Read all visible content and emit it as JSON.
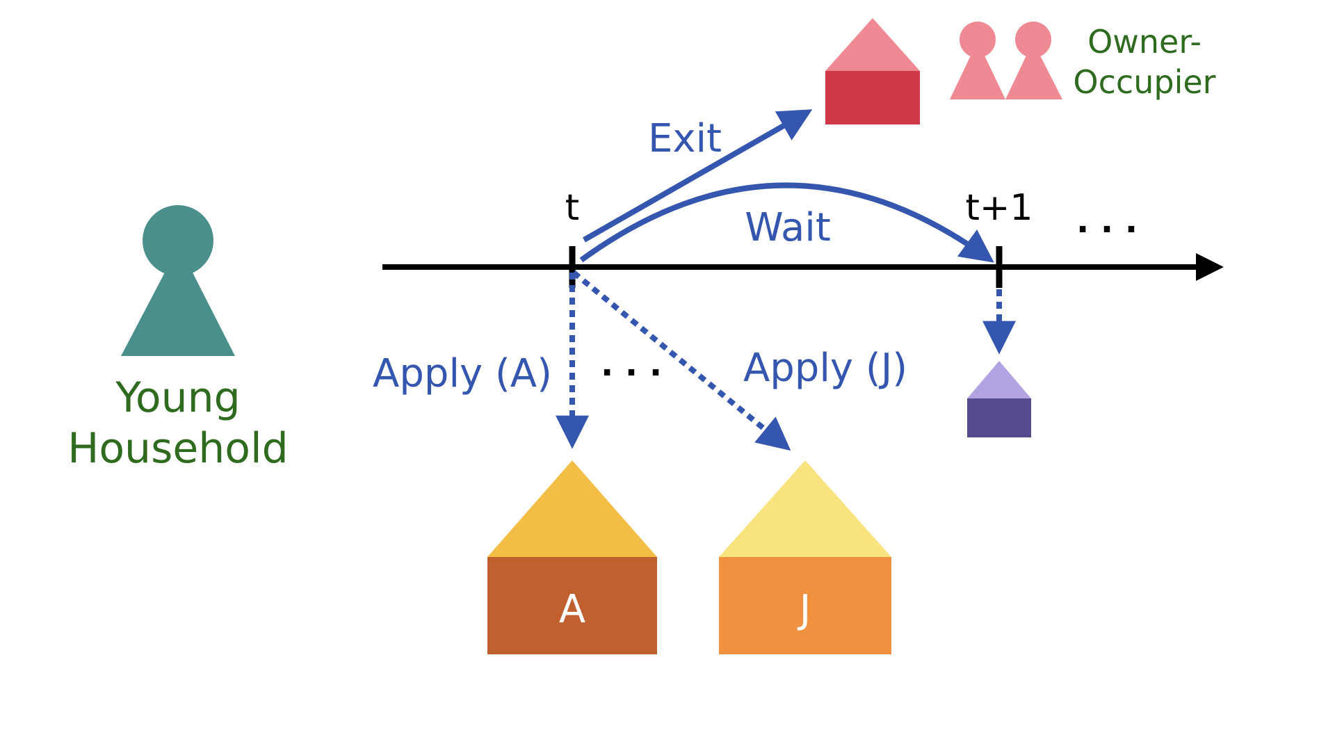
{
  "labels": {
    "young_household": [
      "Young",
      "Household"
    ],
    "owner_occupier": [
      "Owner-",
      "Occupier"
    ],
    "exit": "Exit",
    "wait": "Wait",
    "apply_a": "Apply (A)",
    "apply_j": "Apply (J)",
    "tick_t": "t",
    "tick_t1": "t+1",
    "ellipsis_timeline": "· · ·",
    "ellipsis_apply": "· · ·",
    "house_a": "A",
    "house_j": "J"
  },
  "colors": {
    "arrow_blue": "#3556AE",
    "label_green": "#2E6B1F",
    "person_teal": "#4A8F8C",
    "owner_pink": "#EF8A94",
    "owner_house_roof": "#EF8A94",
    "owner_house_body": "#D0384A",
    "house_a_roof": "#F2BE46",
    "house_a_body": "#C0602E",
    "house_j_roof": "#F9E37E",
    "house_j_body": "#F09140",
    "future_house_roof": "#B4A3E3",
    "future_house_body": "#564A8E",
    "timeline": "#000000"
  },
  "icons": [
    "young-household-person-icon",
    "owner-occupier-people-icon",
    "owner-house-icon",
    "house-a-icon",
    "house-j-icon",
    "future-house-icon"
  ]
}
